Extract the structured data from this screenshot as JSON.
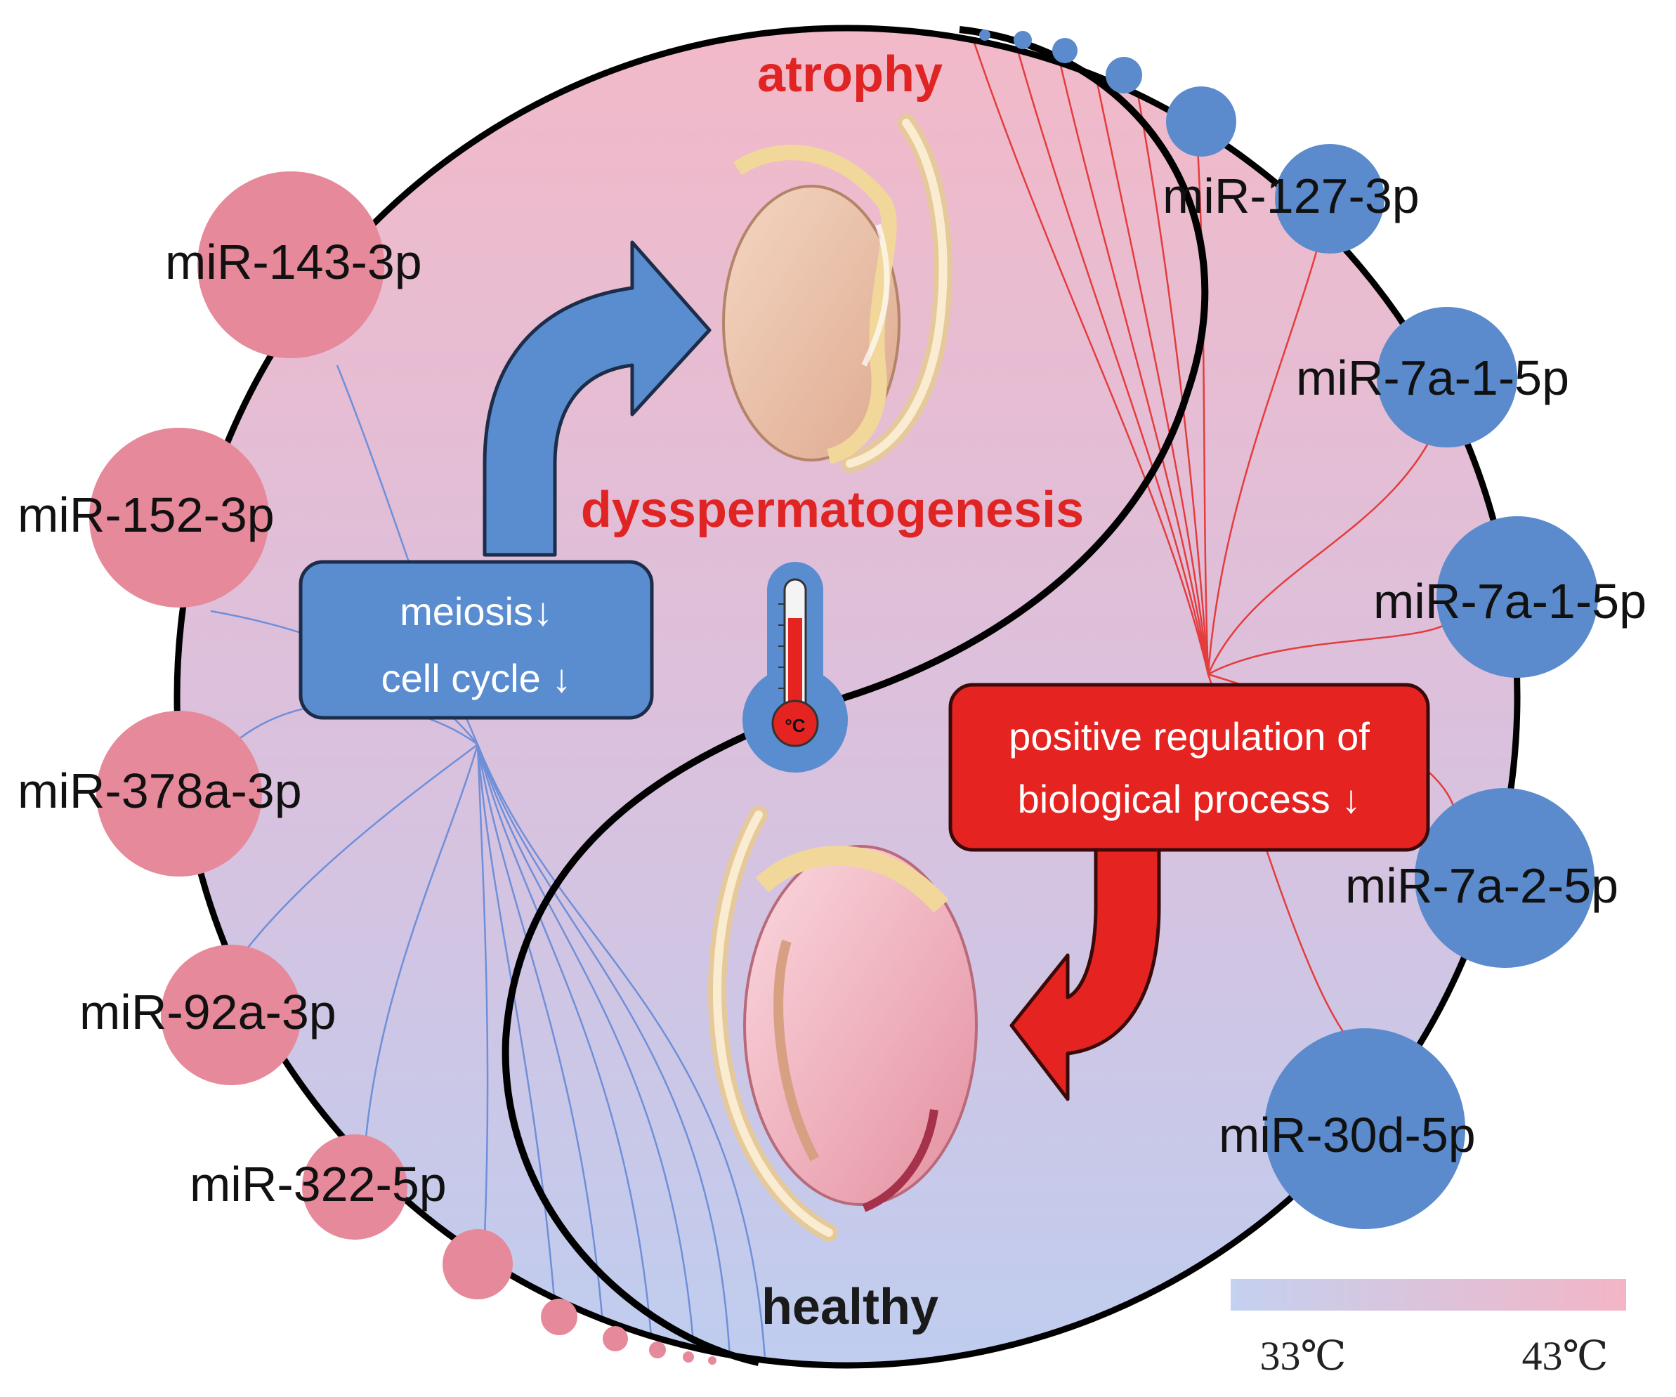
{
  "labels": {
    "atrophy": "atrophy",
    "dysspermatogenesis": "dysspermatogenesis",
    "healthy": "healthy",
    "therm_unit": "°C"
  },
  "blue_box": {
    "line1": "meiosis↓",
    "line2": "cell cycle ↓"
  },
  "red_box": {
    "line1": "positive regulation of",
    "line2": "biological process ↓"
  },
  "left_mirnas": [
    "miR-143-3p",
    "miR-152-3p",
    "miR-378a-3p",
    "miR-92a-3p",
    "miR-322-5p"
  ],
  "right_mirnas": [
    "miR-127-3p",
    "miR-7a-1-5p",
    "miR-7a-1-5p",
    "miR-7a-2-5p",
    "miR-30d-5p"
  ],
  "legend": {
    "low": "33℃",
    "high": "43℃"
  },
  "colors": {
    "pink_node": "#e6899a",
    "blue_node": "#5b8bcc",
    "red_text": "#e02424",
    "red_box": "#e52320",
    "blue_box": "#5a8dd0",
    "gradient_top": "#f2b9c8",
    "gradient_bottom": "#bfcdef"
  }
}
